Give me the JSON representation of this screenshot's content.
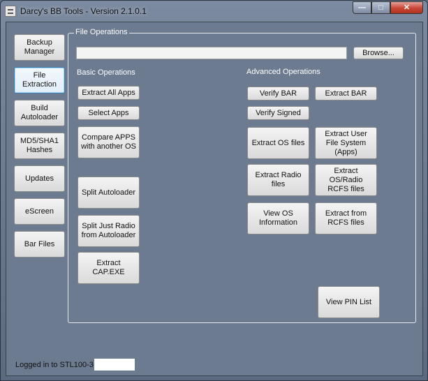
{
  "window": {
    "title": "Darcy's BB Tools - Version 2.1.0.1",
    "controls": {
      "minimize": "—",
      "maximize": "□",
      "close": "✕"
    }
  },
  "sidebar": {
    "items": [
      {
        "label": "Backup\nManager"
      },
      {
        "label": "File\nExtraction"
      },
      {
        "label": "Build\nAutoloader"
      },
      {
        "label": "MD5/SHA1\nHashes"
      },
      {
        "label": "Updates"
      },
      {
        "label": "eScreen"
      },
      {
        "label": "Bar Files"
      }
    ],
    "active_item": "File Extraction"
  },
  "file_operations": {
    "title": "File Operations",
    "path_value": "",
    "browse_label": "Browse...",
    "basic": {
      "heading": "Basic Operations",
      "buttons": [
        "Extract All Apps",
        "Select Apps",
        "Compare APPS\nwith another OS",
        "Split Autoloader",
        "Split Just Radio\nfrom Autoloader",
        "Extract\nCAP.EXE"
      ]
    },
    "advanced": {
      "heading": "Advanced Operations",
      "buttons": [
        "Verify BAR",
        "Extract BAR",
        "Verify Signed",
        "Extract OS files",
        "Extract User\nFile System\n(Apps)",
        "Extract Radio\nfiles",
        "Extract\nOS/Radio\nRCFS files",
        "View OS\nInformation",
        "Extract from\nRCFS files"
      ]
    },
    "pin_button": "View PIN List"
  },
  "status": {
    "text": "Logged in to STL100-3"
  },
  "colors": {
    "window_bg": "#6d7b91",
    "active_border": "#3c7fb1",
    "close_button": "#c74535"
  }
}
